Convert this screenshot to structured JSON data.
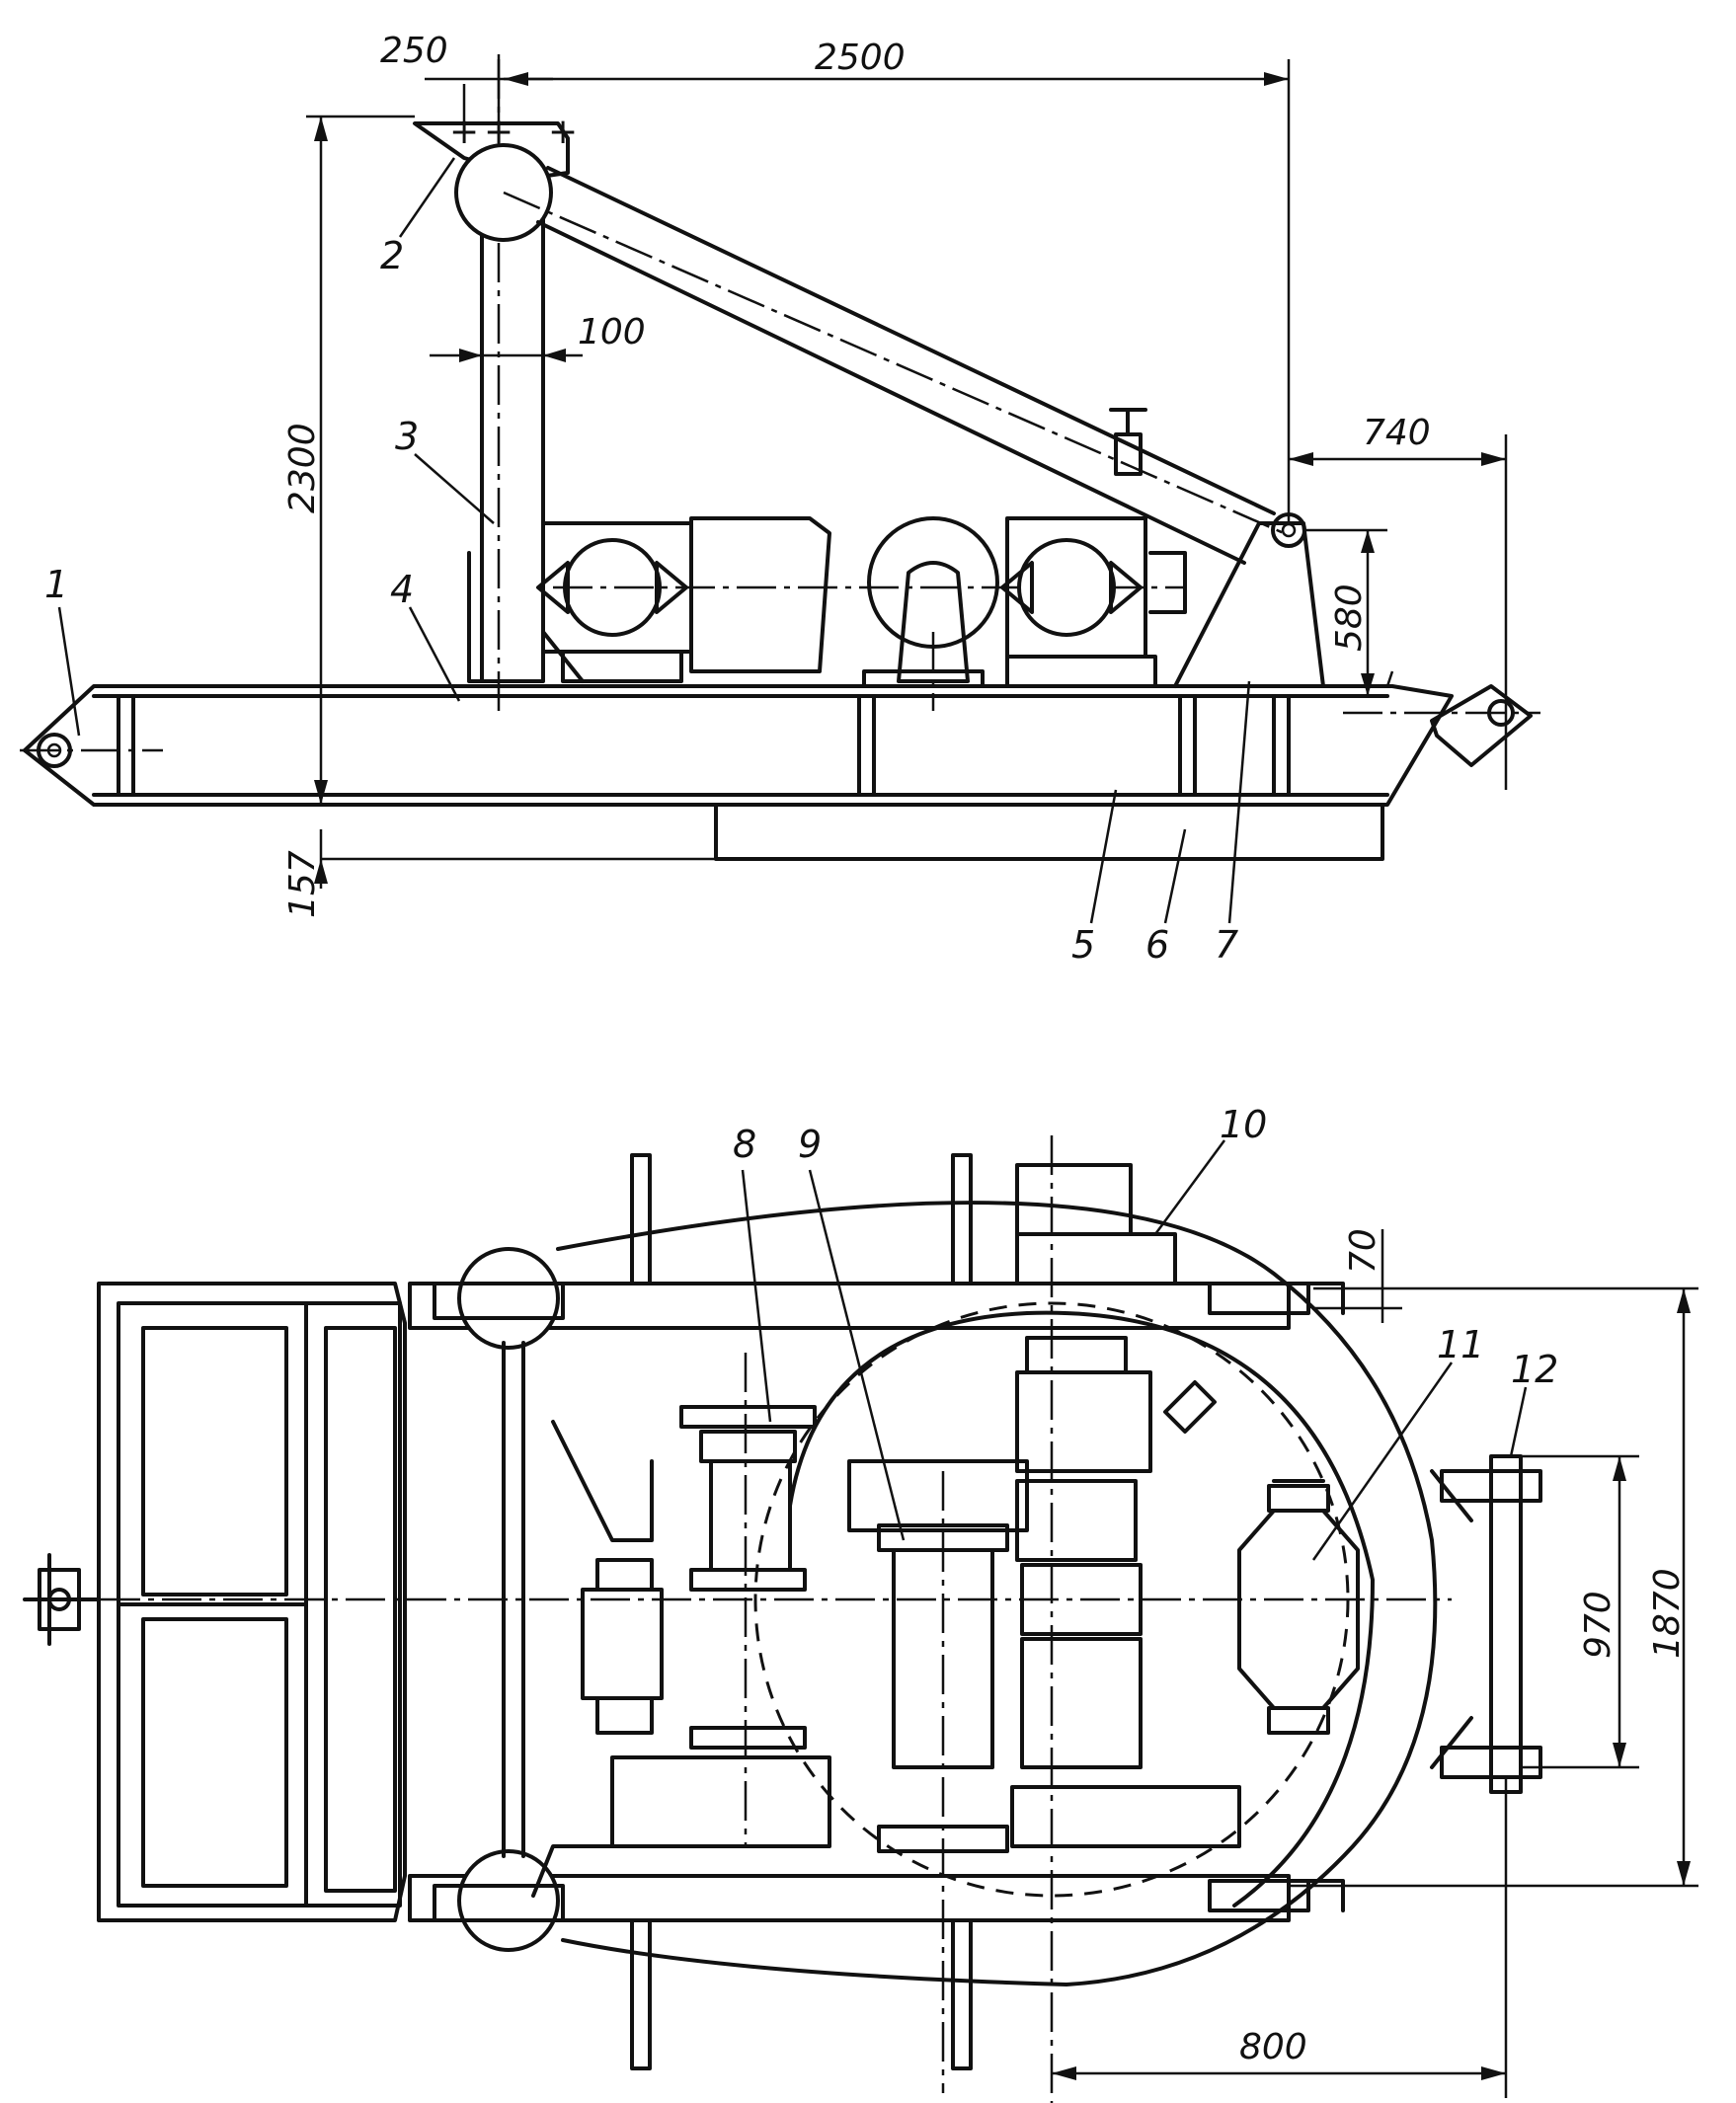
{
  "side_view": {
    "dimensions": {
      "d250": "250",
      "d2500": "2500",
      "d100": "100",
      "d2300": "2300",
      "d740": "740",
      "d580": "580",
      "d157": "157"
    },
    "labels": {
      "l1": "1",
      "l2": "2",
      "l3": "3",
      "l4": "4",
      "l5": "5",
      "l6": "6",
      "l7": "7"
    }
  },
  "top_view": {
    "dimensions": {
      "d70": "70",
      "d970": "970",
      "d1870": "1870",
      "d800": "800"
    },
    "labels": {
      "l8": "8",
      "l9": "9",
      "l10": "10",
      "l11": "11",
      "l12": "12"
    }
  }
}
